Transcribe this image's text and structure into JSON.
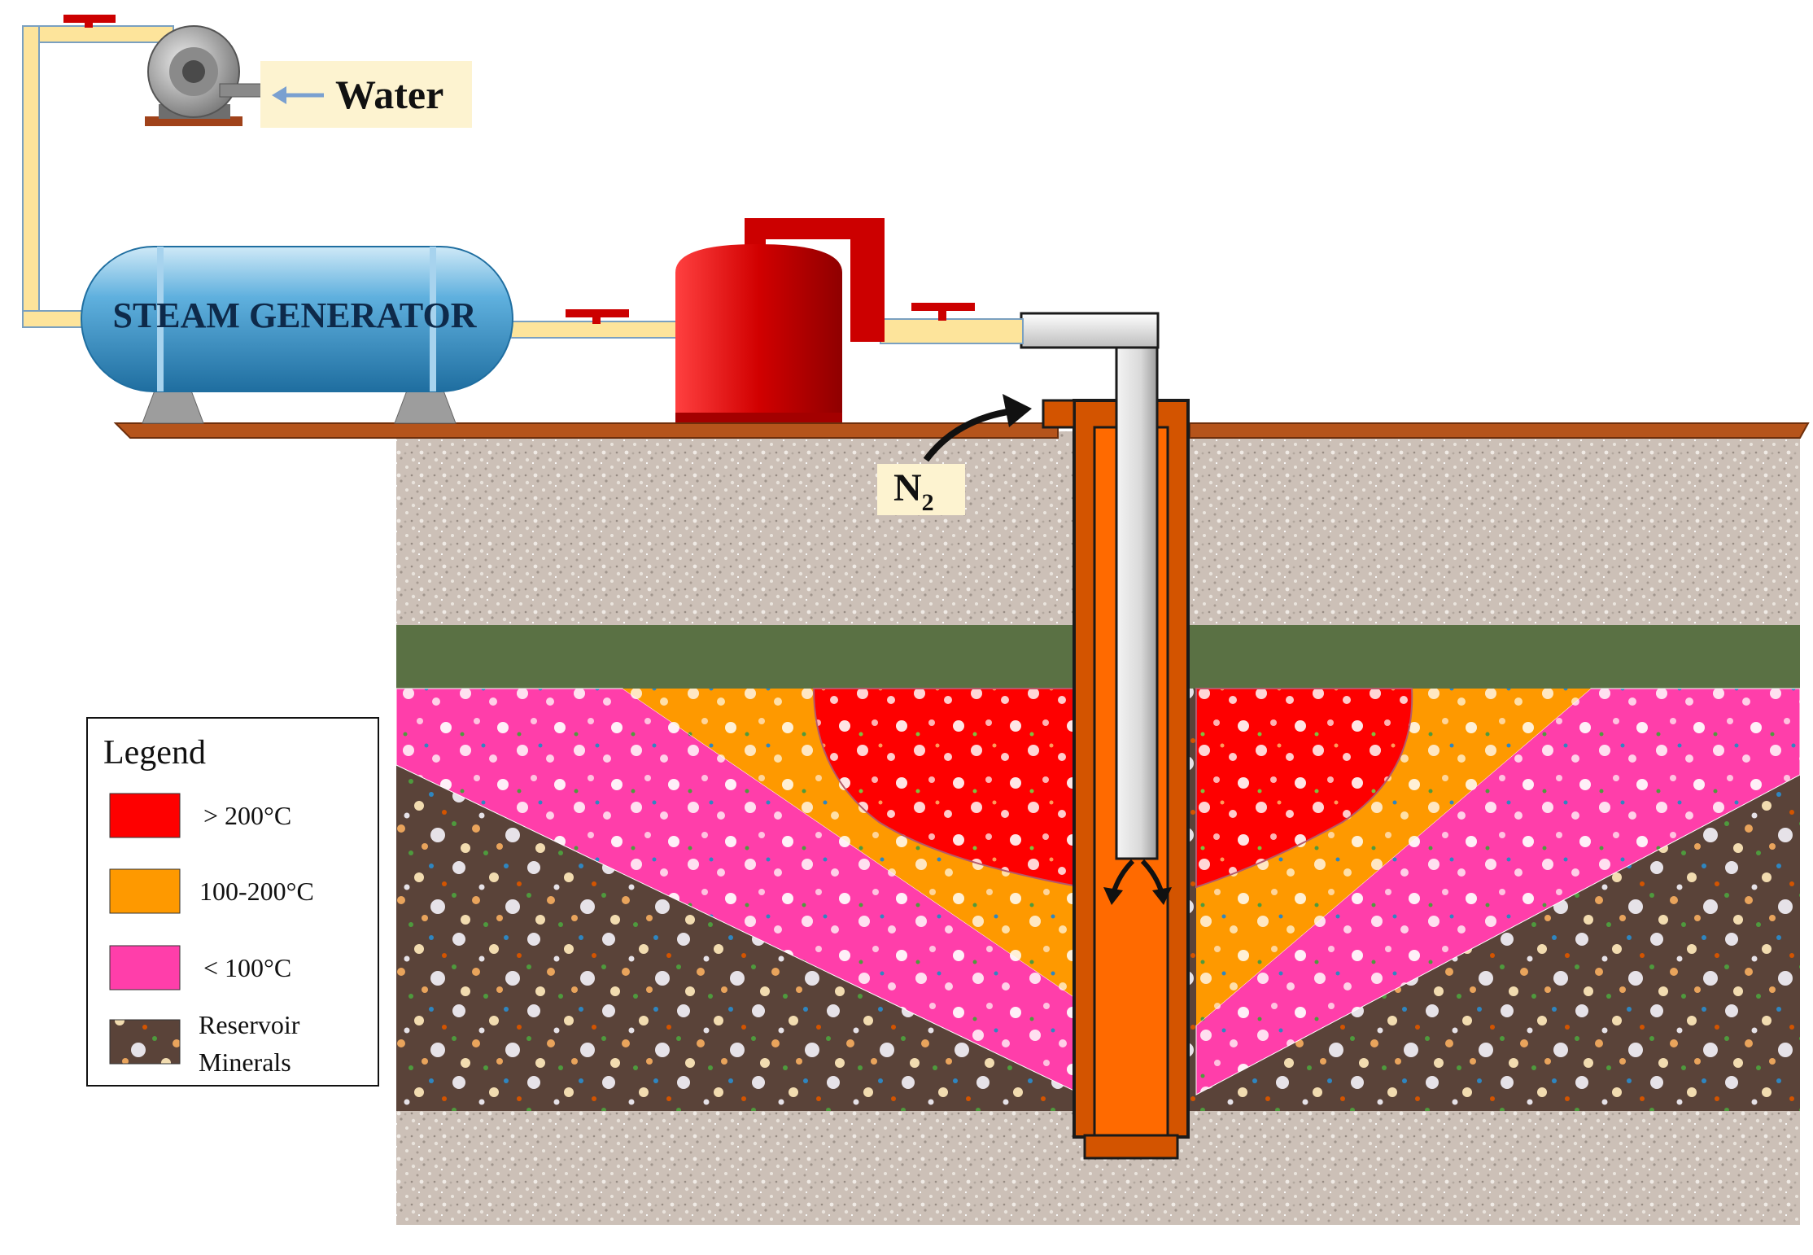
{
  "labels": {
    "water": "Water",
    "steam_generator": "STEAM GENERATOR",
    "n2_main": "N",
    "n2_sub": "2"
  },
  "legend": {
    "title": "Legend",
    "items": [
      {
        "label": "> 200°C",
        "color": "#fe0000"
      },
      {
        "label": "100-200°C",
        "color": "#fe9900"
      },
      {
        "label": "< 100°C",
        "color": "#ff3eaa"
      },
      {
        "label": "Reservoir",
        "label2": "Minerals",
        "color": "#5a4339"
      }
    ]
  },
  "colors": {
    "ground": "#ccc0b7",
    "cap_rock": "#5a7144",
    "reservoir": "#5a4339",
    "zone_hot": "#fe0000",
    "zone_mid": "#fe9900",
    "zone_low": "#ff3eaa",
    "casing": "#d35400",
    "casing_inner": "#ff6a00",
    "pipe": "#fde49b",
    "tank": "#2d86b8",
    "separator": "#cc0000",
    "label_bg": "#fdf3d0"
  }
}
